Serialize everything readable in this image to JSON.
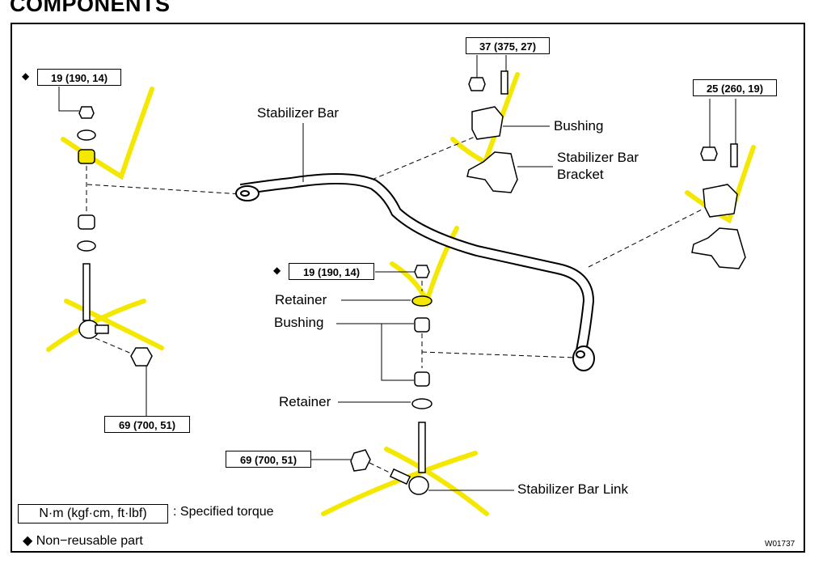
{
  "page": {
    "title": "COMPONENTS",
    "ref_code": "W01737"
  },
  "torques": {
    "upper_left_nut": "19 (190, 14)",
    "bracket_bolts_center": "37 (375, 27)",
    "bracket_bolts_right": "25 (260, 19)",
    "center_nut": "19 (190, 14)",
    "link_nut_left": "69 (700, 51)",
    "link_nut_center": "69 (700, 51)"
  },
  "labels": {
    "stabilizer_bar": "Stabilizer Bar",
    "bushing_upper": "Bushing",
    "bracket_line1": "Stabilizer Bar",
    "bracket_line2": "Bracket",
    "retainer_upper": "Retainer",
    "bushing_lower": "Bushing",
    "retainer_lower": "Retainer",
    "stabilizer_bar_link": "Stabilizer Bar Link"
  },
  "legend": {
    "torque_unit": "N·m (kgf·cm, ft·lbf)",
    "torque_desc": ": Specified torque",
    "diamond": "◆",
    "nonreusable": "◆ Non−reusable part"
  },
  "colors": {
    "highlight": "#f5e800",
    "line": "#000000"
  }
}
